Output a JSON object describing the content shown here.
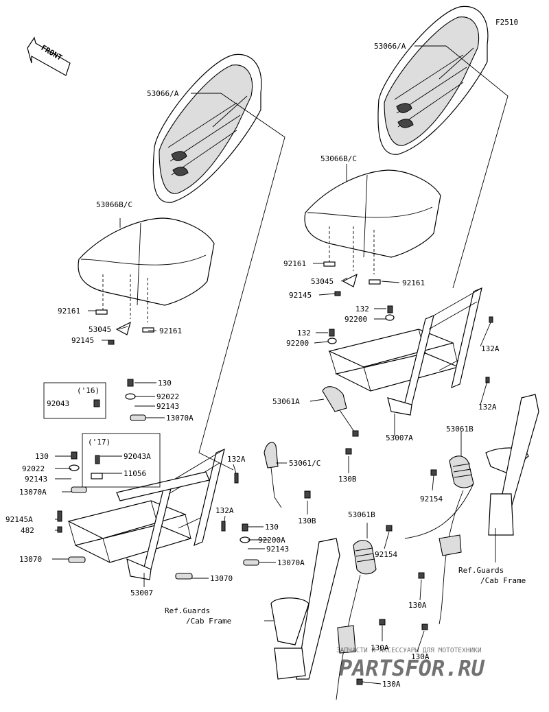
{
  "figure_code": "F2510",
  "front_label": "FRONT",
  "watermark": {
    "tagline": "ЗАПЧАСТИ И АКСЕССУАРЫ ДЛЯ МОТОТЕХНИКИ",
    "brand": "PARTSFOR.RU"
  },
  "year_notes": {
    "y16": "('16)",
    "y17": "('17)"
  },
  "callouts": [
    {
      "id": "c0",
      "text": "53066/A"
    },
    {
      "id": "c1",
      "text": "53066/A"
    },
    {
      "id": "c2",
      "text": "53066B/C"
    },
    {
      "id": "c3",
      "text": "53066B/C"
    },
    {
      "id": "c4",
      "text": "92161"
    },
    {
      "id": "c5",
      "text": "92161"
    },
    {
      "id": "c6",
      "text": "53045"
    },
    {
      "id": "c7",
      "text": "92145"
    },
    {
      "id": "c8",
      "text": "92161"
    },
    {
      "id": "c9",
      "text": "92161"
    },
    {
      "id": "c10",
      "text": "53045"
    },
    {
      "id": "c11",
      "text": "92145"
    },
    {
      "id": "c12",
      "text": "132"
    },
    {
      "id": "c13",
      "text": "92200"
    },
    {
      "id": "c14",
      "text": "132"
    },
    {
      "id": "c15",
      "text": "92200"
    },
    {
      "id": "c16",
      "text": "132A"
    },
    {
      "id": "c17",
      "text": "132A"
    },
    {
      "id": "c18",
      "text": "53061A"
    },
    {
      "id": "c19",
      "text": "53007A"
    },
    {
      "id": "c20",
      "text": "130B"
    },
    {
      "id": "c21",
      "text": "53061B"
    },
    {
      "id": "c22",
      "text": "92154"
    },
    {
      "id": "c23",
      "text": "130"
    },
    {
      "id": "c24",
      "text": "92022"
    },
    {
      "id": "c25",
      "text": "92143"
    },
    {
      "id": "c26",
      "text": "13070A"
    },
    {
      "id": "c27",
      "text": "92043"
    },
    {
      "id": "c28",
      "text": "130"
    },
    {
      "id": "c29",
      "text": "92043A"
    },
    {
      "id": "c30",
      "text": "92022"
    },
    {
      "id": "c31",
      "text": "92143"
    },
    {
      "id": "c32",
      "text": "11056"
    },
    {
      "id": "c33",
      "text": "13070A"
    },
    {
      "id": "c34",
      "text": "92145A"
    },
    {
      "id": "c35",
      "text": "482"
    },
    {
      "id": "c36",
      "text": "13070"
    },
    {
      "id": "c37",
      "text": "53007"
    },
    {
      "id": "c38",
      "text": "13070"
    },
    {
      "id": "c39",
      "text": "132A"
    },
    {
      "id": "c40",
      "text": "132A"
    },
    {
      "id": "c41",
      "text": "53061/C"
    },
    {
      "id": "c42",
      "text": "130B"
    },
    {
      "id": "c43",
      "text": "130"
    },
    {
      "id": "c44",
      "text": "92200A"
    },
    {
      "id": "c45",
      "text": "92143"
    },
    {
      "id": "c46",
      "text": "13070A"
    },
    {
      "id": "c47",
      "text": "53061B"
    },
    {
      "id": "c48",
      "text": "92154"
    },
    {
      "id": "c49",
      "text": "130A"
    },
    {
      "id": "c50",
      "text": "130A"
    },
    {
      "id": "c51",
      "text": "130A"
    },
    {
      "id": "c52",
      "text": "130A"
    },
    {
      "id": "c53",
      "text": "Ref.Guards"
    },
    {
      "id": "c54",
      "text": "/Cab Frame"
    },
    {
      "id": "c55",
      "text": "Ref.Guards"
    },
    {
      "id": "c56",
      "text": "/Cab Frame"
    }
  ]
}
